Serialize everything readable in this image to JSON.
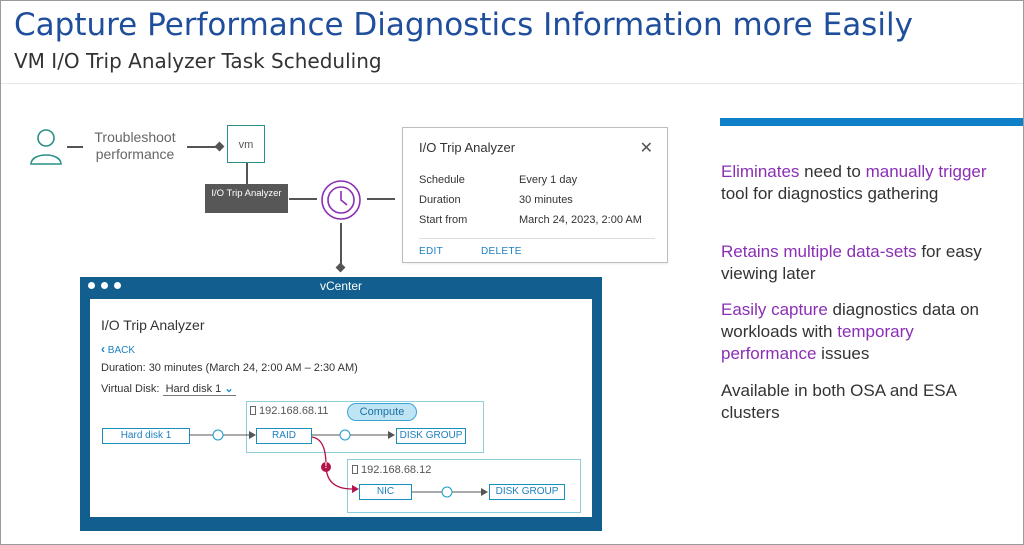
{
  "slide": {
    "title": "Capture Performance Diagnostics Information more Easily",
    "subtitle": "VM I/O Trip Analyzer Task Scheduling"
  },
  "flow": {
    "user_label": "Troubleshoot performance",
    "vm_label": "vm",
    "trip_badge": "I/O Trip Analyzer",
    "icons": [
      "user-icon",
      "clock-icon"
    ]
  },
  "dialog": {
    "title": "I/O Trip Analyzer",
    "close": "✕",
    "rows": [
      {
        "label": "Schedule",
        "value": "Every 1 day"
      },
      {
        "label": "Duration",
        "value": "30 minutes"
      },
      {
        "label": "Start from",
        "value": "March 24, 2023, 2:00 AM"
      }
    ],
    "edit_label": "EDIT",
    "delete_label": "DELETE"
  },
  "vcenter": {
    "window_title": "vCenter",
    "heading": "I/O Trip Analyzer",
    "back_label": "BACK",
    "duration_text": "Duration:  30 minutes (March 24, 2:00 AM – 2:30 AM)",
    "virtual_disk_label": "Virtual Disk:",
    "virtual_disk_value": "Hard disk 1",
    "host1_ip": "192.168.68.11",
    "host2_ip": "192.168.68.12",
    "compute_label": "Compute",
    "hard_disk_node": "Hard disk 1",
    "raid_node": "RAID",
    "disk_group_1": "DISK GROUP",
    "nic_node": "NIC",
    "disk_group_2": "DISK GROUP",
    "alert_glyph": "!"
  },
  "bullets": [
    {
      "parts": [
        {
          "t": "Eliminates",
          "h": true
        },
        {
          "t": " need to ",
          "h": false
        },
        {
          "t": "manually trigger",
          "h": true
        },
        {
          "t": " tool for diagnostics gathering",
          "h": false
        }
      ]
    },
    {
      "parts": [
        {
          "t": "Retains multiple data-sets",
          "h": true
        },
        {
          "t": " for easy viewing later",
          "h": false
        }
      ]
    },
    {
      "parts": [
        {
          "t": "Easily capture",
          "h": true
        },
        {
          "t": " diagnostics data on workloads with ",
          "h": false
        },
        {
          "t": "temporary performance",
          "h": true
        },
        {
          "t": " issues",
          "h": false
        }
      ]
    },
    {
      "parts": [
        {
          "t": "Available in both OSA and ESA clusters",
          "h": false
        }
      ]
    }
  ],
  "colors": {
    "title": "#1f4e9c",
    "accent_blue": "#0f7fc7",
    "highlight": "#8a2fb5",
    "vcenter_frame": "#125f8f",
    "alert": "#b3124a"
  }
}
